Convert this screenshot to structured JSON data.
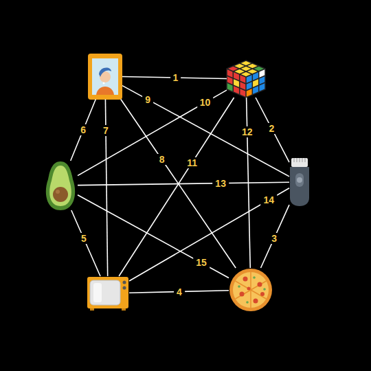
{
  "diagram": {
    "nodes": [
      {
        "text": []
      },
      {
        "text": []
      },
      {
        "text": []
      },
      {
        "text": []
      },
      {
        "text": []
      },
      {
        "text": []
      }
    ],
    "edges": [
      {
        "from": 0,
        "to": 1,
        "arrow": "none",
        "label": "1"
      },
      {
        "from": 1,
        "to": 3,
        "arrow": "none",
        "label": "2"
      },
      {
        "from": 3,
        "to": 5,
        "arrow": "none",
        "label": "3"
      },
      {
        "from": 4,
        "to": 5,
        "arrow": "none",
        "label": "4"
      },
      {
        "from": 2,
        "to": 4,
        "arrow": "none",
        "label": "5"
      },
      {
        "from": 0,
        "to": 2,
        "arrow": "none",
        "label": "6"
      },
      {
        "from": 0,
        "to": 4,
        "arrow": "none",
        "label": "7"
      },
      {
        "from": 0,
        "to": 5,
        "arrow": "none",
        "label": "8"
      },
      {
        "from": 0,
        "to": 3,
        "arrow": "none",
        "label": "9"
      },
      {
        "from": 2,
        "to": 1,
        "arrow": "none",
        "label": "10"
      },
      {
        "from": 4,
        "to": 1,
        "arrow": "none",
        "label": "11"
      },
      {
        "from": 1,
        "to": 5,
        "arrow": "none",
        "label": "12"
      },
      {
        "from": 2,
        "to": 3,
        "arrow": "none",
        "label": "13"
      },
      {
        "from": 4,
        "to": 3,
        "arrow": "none",
        "label": "14"
      },
      {
        "from": 2,
        "to": 5,
        "arrow": "none",
        "label": "15"
      }
    ]
  }
}
